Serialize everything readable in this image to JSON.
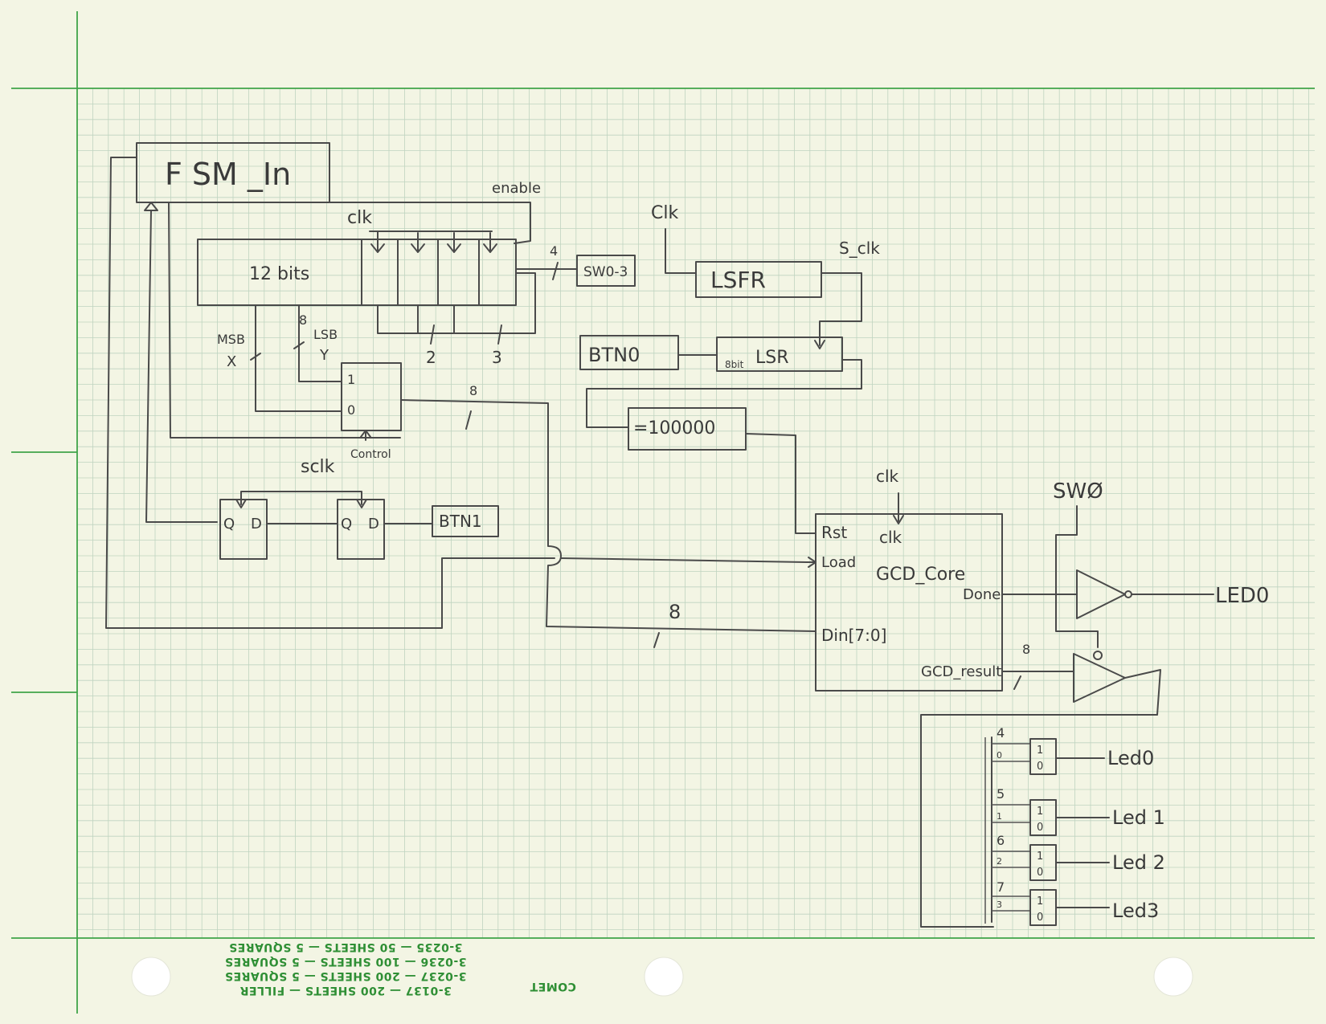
{
  "paper": {
    "grid_color": "#bfd4c0",
    "margin_color": "#3fa448",
    "footer_lines": [
      "3-0137 — 200 SHEETS — FILLER",
      "3-0237 — 200 SHEETS — 5 SQUARES",
      "3-0236 — 100 SHEETS — 5 SQUARES",
      "3-0235 —  50 SHEETS — 5 SQUARES"
    ],
    "brand": "COMET"
  },
  "diagram": {
    "fsm_label": "F SM _In",
    "enable_label": "enable",
    "clk_label_top": "clk",
    "shift_reg_label": "12 bits",
    "width_4": "4",
    "sw_label": "SW0-3",
    "tap_2": "2",
    "tap_3": "3",
    "msb_label": "MSB",
    "msb_var": "X",
    "lsb_label": "LSB",
    "lsb_var": "Y",
    "width_8_a": "8",
    "mux_in1": "1",
    "mux_in0": "0",
    "control_label": "Control",
    "width_8_b": "8",
    "sclk_label": "sclk",
    "ff_q": "Q",
    "ff_d": "D",
    "btn1_label": "BTN1",
    "clk_lsfr": "Clk",
    "lsfr_label": "LSFR",
    "s_clk_label": "S_clk",
    "btn0_label": "BTN0",
    "lsr_prefix": "8bit",
    "lsr_label": "LSR",
    "compare_label": "=100000",
    "gcd_clk_in": "clk",
    "gcd_rst": "Rst",
    "gcd_clk_port": "clk",
    "gcd_load": "Load",
    "gcd_core": "GCD_Core",
    "gcd_done": "Done",
    "gcd_din": "Din[7:0]",
    "width_8_c": "8",
    "gcd_result": "GCD_result",
    "width_8_d": "8",
    "sw0_label": "SWØ",
    "led0_main": "LED0",
    "mux_small": [
      {
        "top": "4",
        "sel": "0",
        "out": "Led0"
      },
      {
        "top": "5",
        "sel": "1",
        "out": "Led 1"
      },
      {
        "top": "6",
        "sel": "2",
        "out": "Led 2"
      },
      {
        "top": "7",
        "sel": "3",
        "out": "Led3"
      }
    ],
    "mux_small_in1": "1",
    "mux_small_in0": "0"
  }
}
